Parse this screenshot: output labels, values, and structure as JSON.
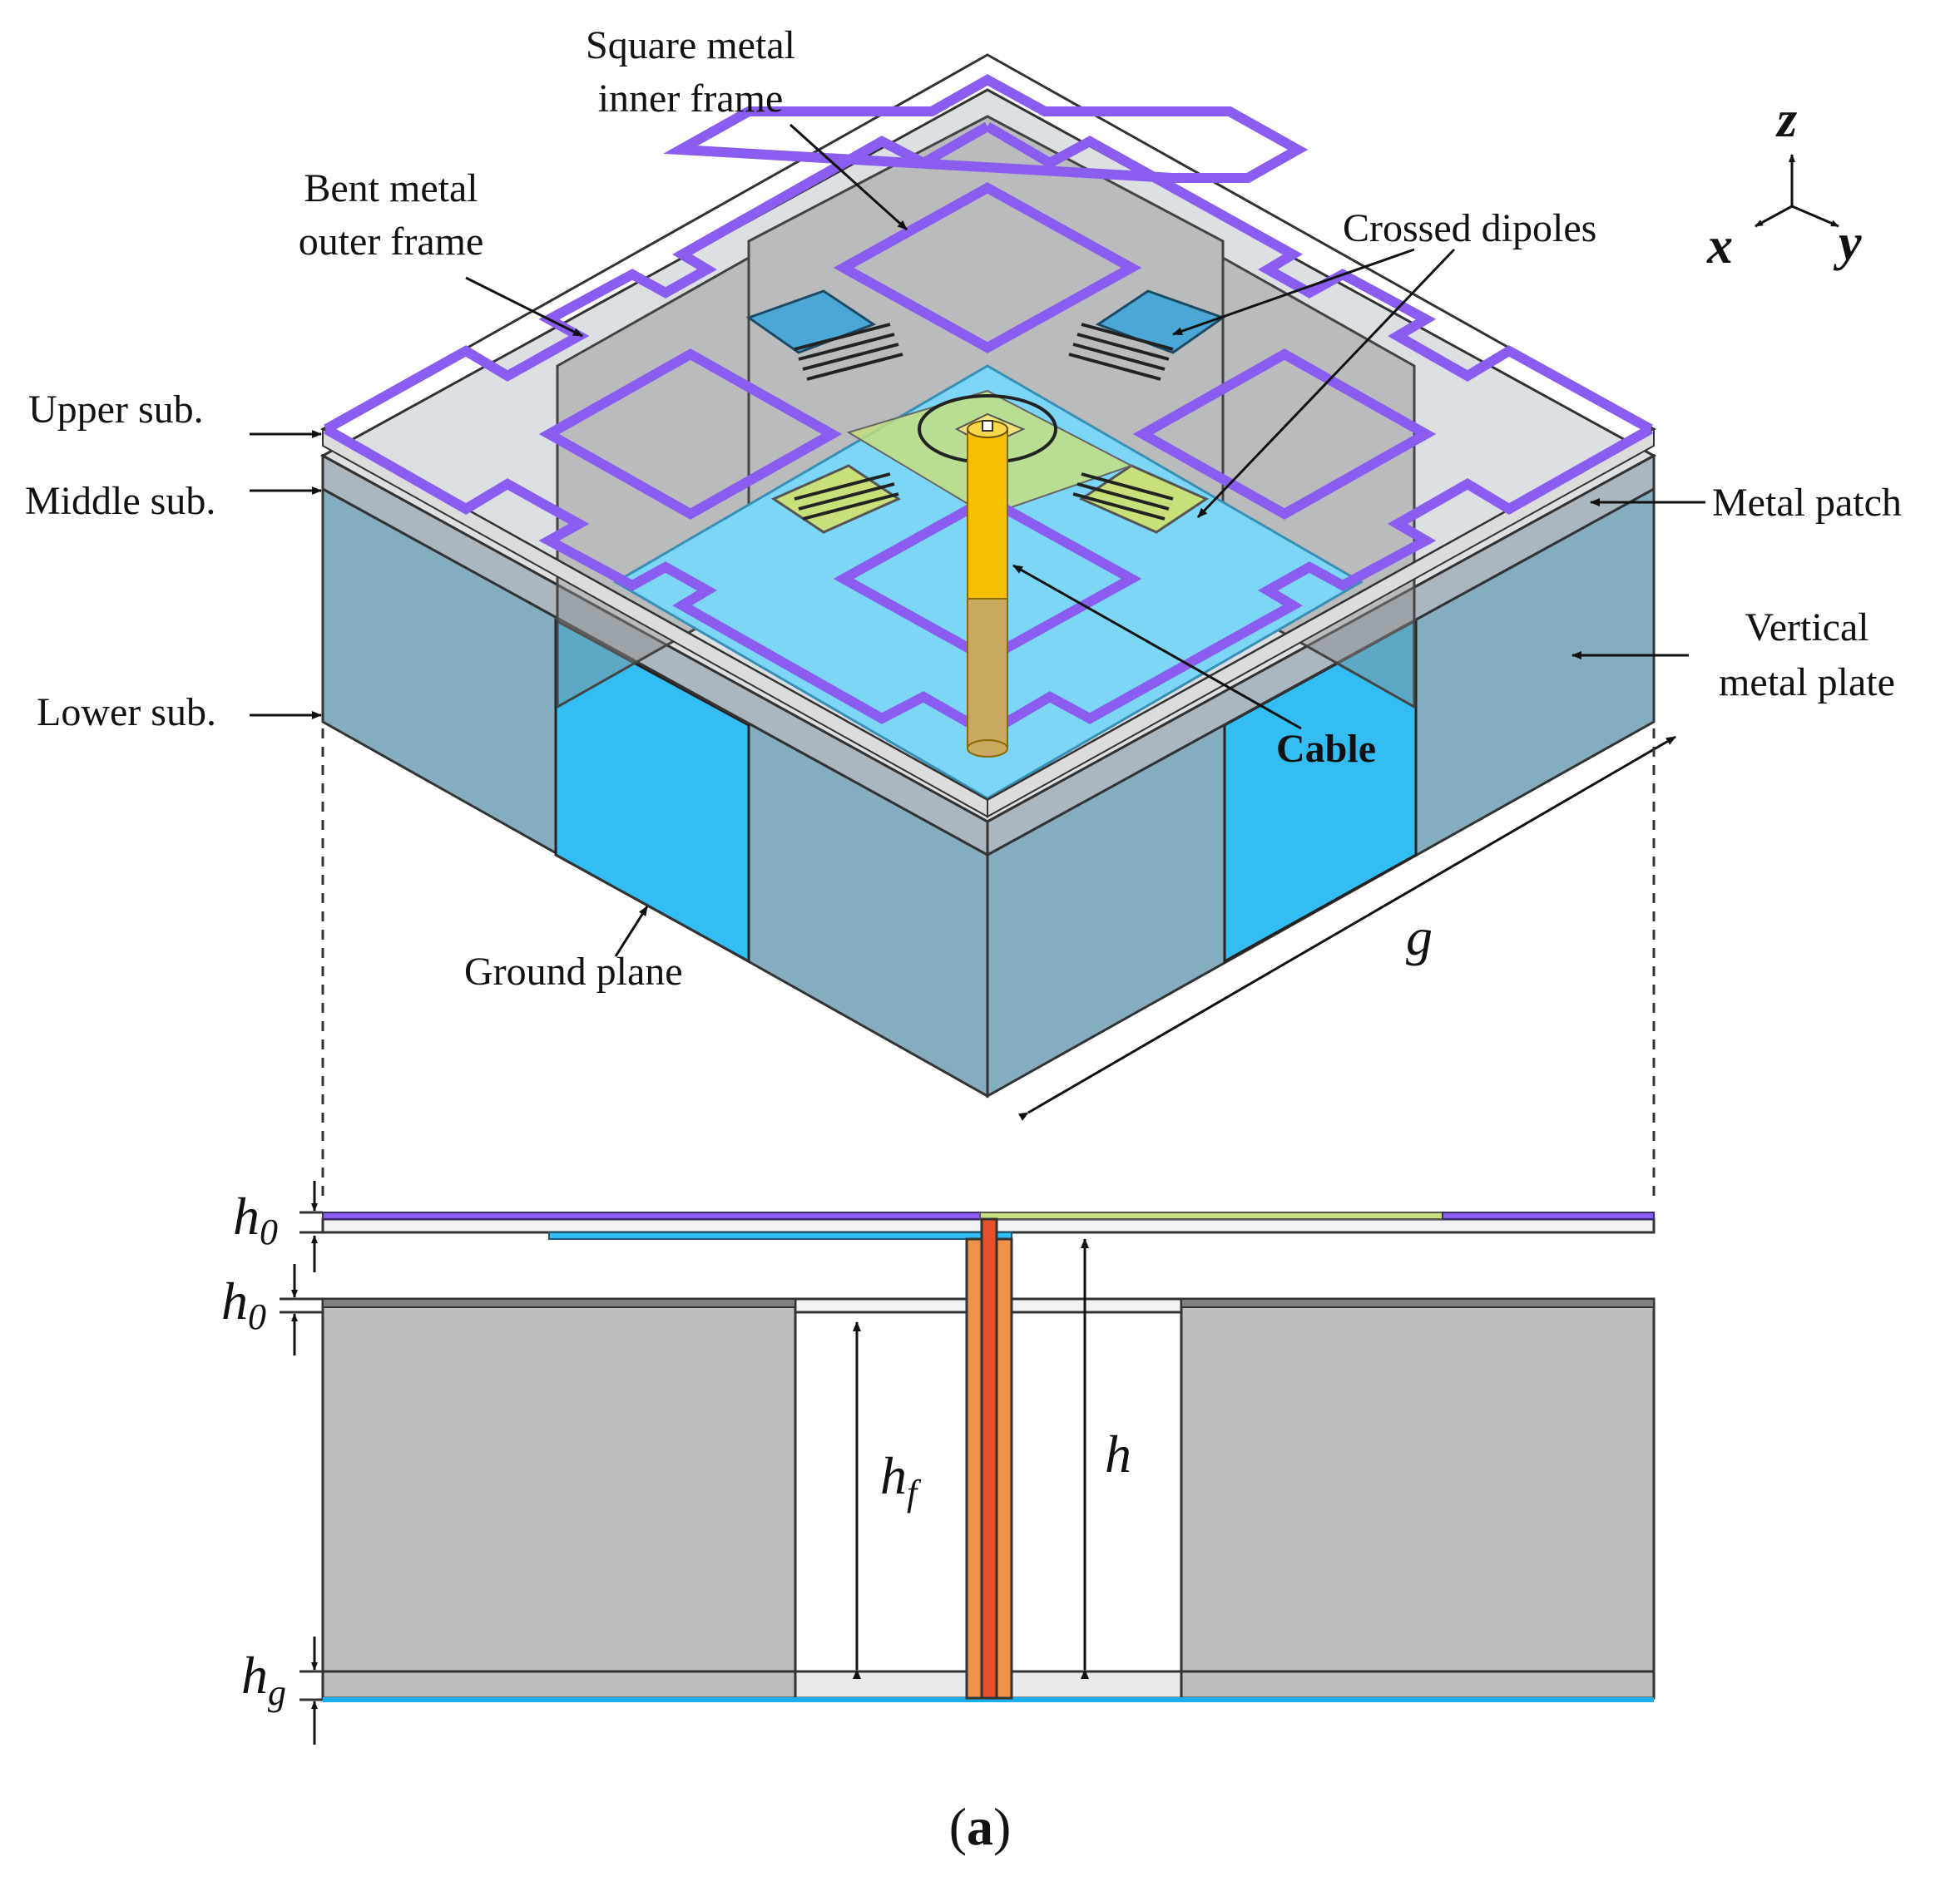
{
  "colors": {
    "purple_frame": "#8A5CF0",
    "substrate_blue": "#7DD6F5",
    "bright_blue": "#33BDF2",
    "grey_block": "#BDBDBD",
    "dipole_yellow": "#C8E07A",
    "cable_orange": "#F5C000",
    "cable_outer": "#F0934A",
    "cable_inner": "#E8502A",
    "ground_line": "#1AB0F0"
  },
  "labels": {
    "square_inner_frame": [
      "Square metal",
      "inner frame"
    ],
    "bent_outer_frame": [
      "Bent metal",
      "outer frame"
    ],
    "crossed_dipoles": "Crossed dipoles",
    "upper_sub": "Upper sub.",
    "middle_sub": "Middle sub.",
    "lower_sub": "Lower sub.",
    "metal_patch": "Metal patch",
    "vertical_plate": [
      "Vertical",
      "metal plate"
    ],
    "cable": "Cable",
    "ground_plane": "Ground plane",
    "g": "g"
  },
  "axes": {
    "z": "z",
    "x": "x",
    "y": "y"
  },
  "dimensions": {
    "h0_upper": {
      "main": "h",
      "sub": "0"
    },
    "h0_middle": {
      "main": "h",
      "sub": "0"
    },
    "hf": {
      "main": "h",
      "sub": "f"
    },
    "h": {
      "main": "h"
    },
    "hg": {
      "main": "h",
      "sub": "g"
    }
  },
  "caption": {
    "open": "(",
    "letter": "a",
    "close": ")"
  }
}
